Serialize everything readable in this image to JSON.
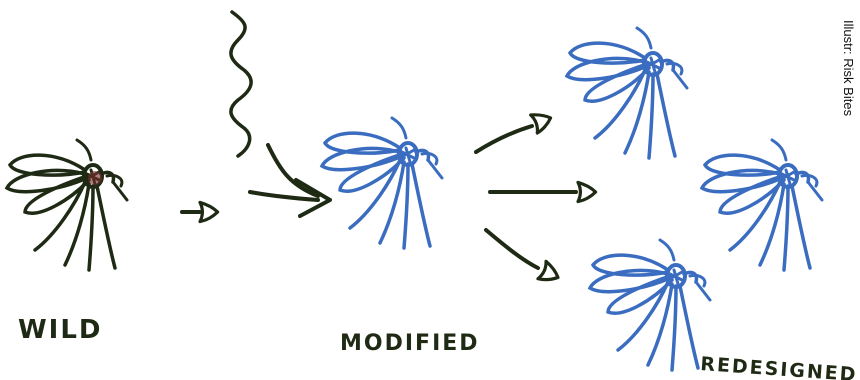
{
  "labels": {
    "wild": "WILD",
    "modified": "MODIFIED",
    "redesigned": "REDESIGNED"
  },
  "credit": "Illustr: Risk Bites",
  "colors": {
    "wild_ink": "#1f2a14",
    "modified_ink": "#3a6cc0",
    "arrow_ink": "#1f2a14",
    "gene_ink": "#1f2a14"
  },
  "icons": {
    "wild": "mosquito-icon",
    "modified": "mosquito-icon",
    "redesigned": "mosquito-icon",
    "gene": "dna-strand-icon"
  }
}
